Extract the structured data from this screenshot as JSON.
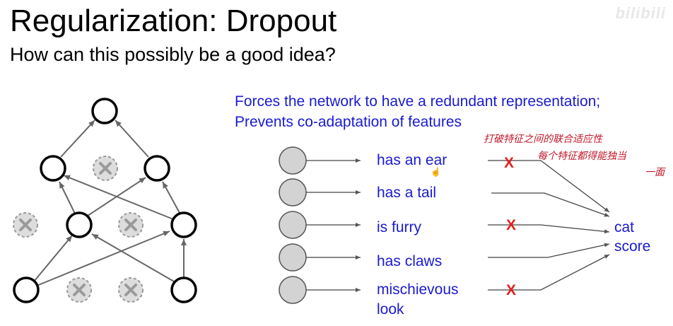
{
  "slide": {
    "title": "Regularization: Dropout",
    "subtitle": "How can this possibly be a good idea?"
  },
  "watermark": "bilibili",
  "explanation": {
    "line1": "Forces the network to have a redundant representation;",
    "line2": "Prevents co-adaptation of features"
  },
  "features": [
    {
      "label": "has an ear",
      "dropped": true
    },
    {
      "label": "has a tail",
      "dropped": false
    },
    {
      "label": "is furry",
      "dropped": true
    },
    {
      "label": "has claws",
      "dropped": false
    },
    {
      "label": "mischievous",
      "label_line2": "look",
      "dropped": true
    }
  ],
  "drop_mark": "X",
  "output": {
    "line1": "cat",
    "line2": "score"
  },
  "annotations": {
    "line1": "打破特征之间的联合适应性",
    "line2": "每个特征都得能独当",
    "line3": "一面"
  },
  "colors": {
    "text_blue": "#1a1ad0",
    "cross_red": "#e02020",
    "annotation_red": "#c0182a",
    "node_active": "#000000",
    "node_dropped": "#999999",
    "feature_circle": "#d3d3d3"
  },
  "icons": {
    "dropped_node": "x-cross-icon",
    "cursor": "hand-cursor-icon"
  }
}
